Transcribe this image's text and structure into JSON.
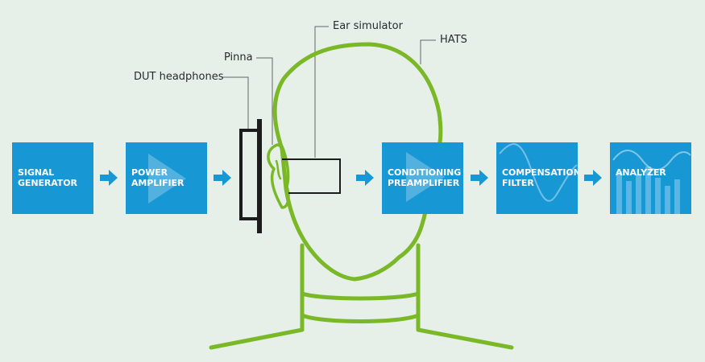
{
  "callouts": {
    "ear_simulator": "Ear simulator",
    "hats": "HATS",
    "pinna": "Pinna",
    "dut_headphones": "DUT headphones"
  },
  "blocks": [
    {
      "line1": "SIGNAL",
      "line2": "GENERATOR",
      "icon": "none"
    },
    {
      "line1": "POWER",
      "line2": "AMPLIFIER",
      "icon": "amplifier-triangle-icon"
    },
    {
      "line1": "CONDITIONING",
      "line2": "PREAMPLIFIER",
      "icon": "amplifier-triangle-icon"
    },
    {
      "line1": "COMPENSATION",
      "line2": "FILTER",
      "icon": "sine-wave-icon"
    },
    {
      "line1": "ANALYZER",
      "line2": "",
      "icon": "spectrum-bars-icon"
    }
  ],
  "colors": {
    "background": "#e6f0e8",
    "block": "#1897d5",
    "arrow": "#1897d5",
    "head_outline": "#7ab828",
    "device": "#1c1c1c",
    "leader_line": "#555555"
  }
}
